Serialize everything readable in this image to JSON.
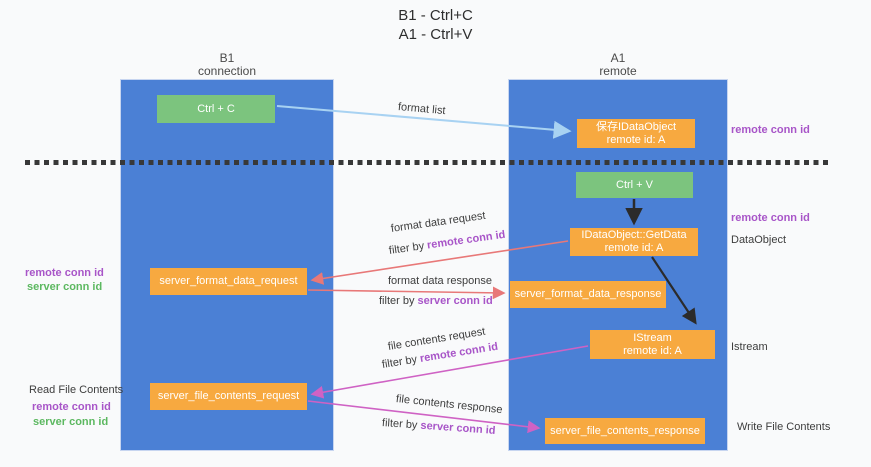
{
  "title": {
    "line1": "B1 - Ctrl+C",
    "line2": "A1 - Ctrl+V"
  },
  "columns": {
    "left": {
      "name": "B1",
      "subtitle": "connection"
    },
    "right": {
      "name": "A1",
      "subtitle": "remote"
    }
  },
  "nodes": {
    "ctrl_c": {
      "label": "Ctrl + C"
    },
    "ctrl_v": {
      "label": "Ctrl + V"
    },
    "save_dataobject": {
      "line1": "保存IDataObject",
      "line2": "remote id: A"
    },
    "getdata": {
      "line1": "IDataObject::GetData",
      "line2": "remote id: A"
    },
    "istream": {
      "line1": "IStream",
      "line2": "remote id: A"
    },
    "format_request": {
      "label": "server_format_data_request"
    },
    "format_response": {
      "label": "server_format_data_response"
    },
    "file_request": {
      "label": "server_file_contents_request"
    },
    "file_response": {
      "label": "server_file_contents_response"
    }
  },
  "edge_labels": {
    "format_list": "format list",
    "format_data_request": "format data request",
    "format_data_response": "format data response",
    "file_contents_request": "file contents request",
    "file_contents_response": "file contents response",
    "filter_by": "filter by ",
    "remote_conn_id": "remote conn id",
    "server_conn_id": "server conn id"
  },
  "side_labels": {
    "right_remote_conn_id_top": "remote conn id",
    "right_remote_conn_id_mid": "remote conn id",
    "dataobject": "DataObject",
    "istream": "Istream",
    "write_file_contents": "Write File Contents",
    "left_remote_conn_id_1": "remote conn id",
    "left_server_conn_id_1": "server conn id",
    "read_file_contents": "Read File Contents",
    "left_remote_conn_id_2": "remote conn id",
    "left_server_conn_id_2": "server conn id"
  },
  "colors": {
    "column_blue": "#4b80d5",
    "node_green": "#7cc47e",
    "node_orange": "#f7a940",
    "label_purple": "#a855c8",
    "label_green": "#5cb860",
    "arrow_light_blue": "#a8d2f2",
    "arrow_red": "#e87878",
    "arrow_magenta": "#cf62c4",
    "arrow_black": "#2b2b2b"
  }
}
